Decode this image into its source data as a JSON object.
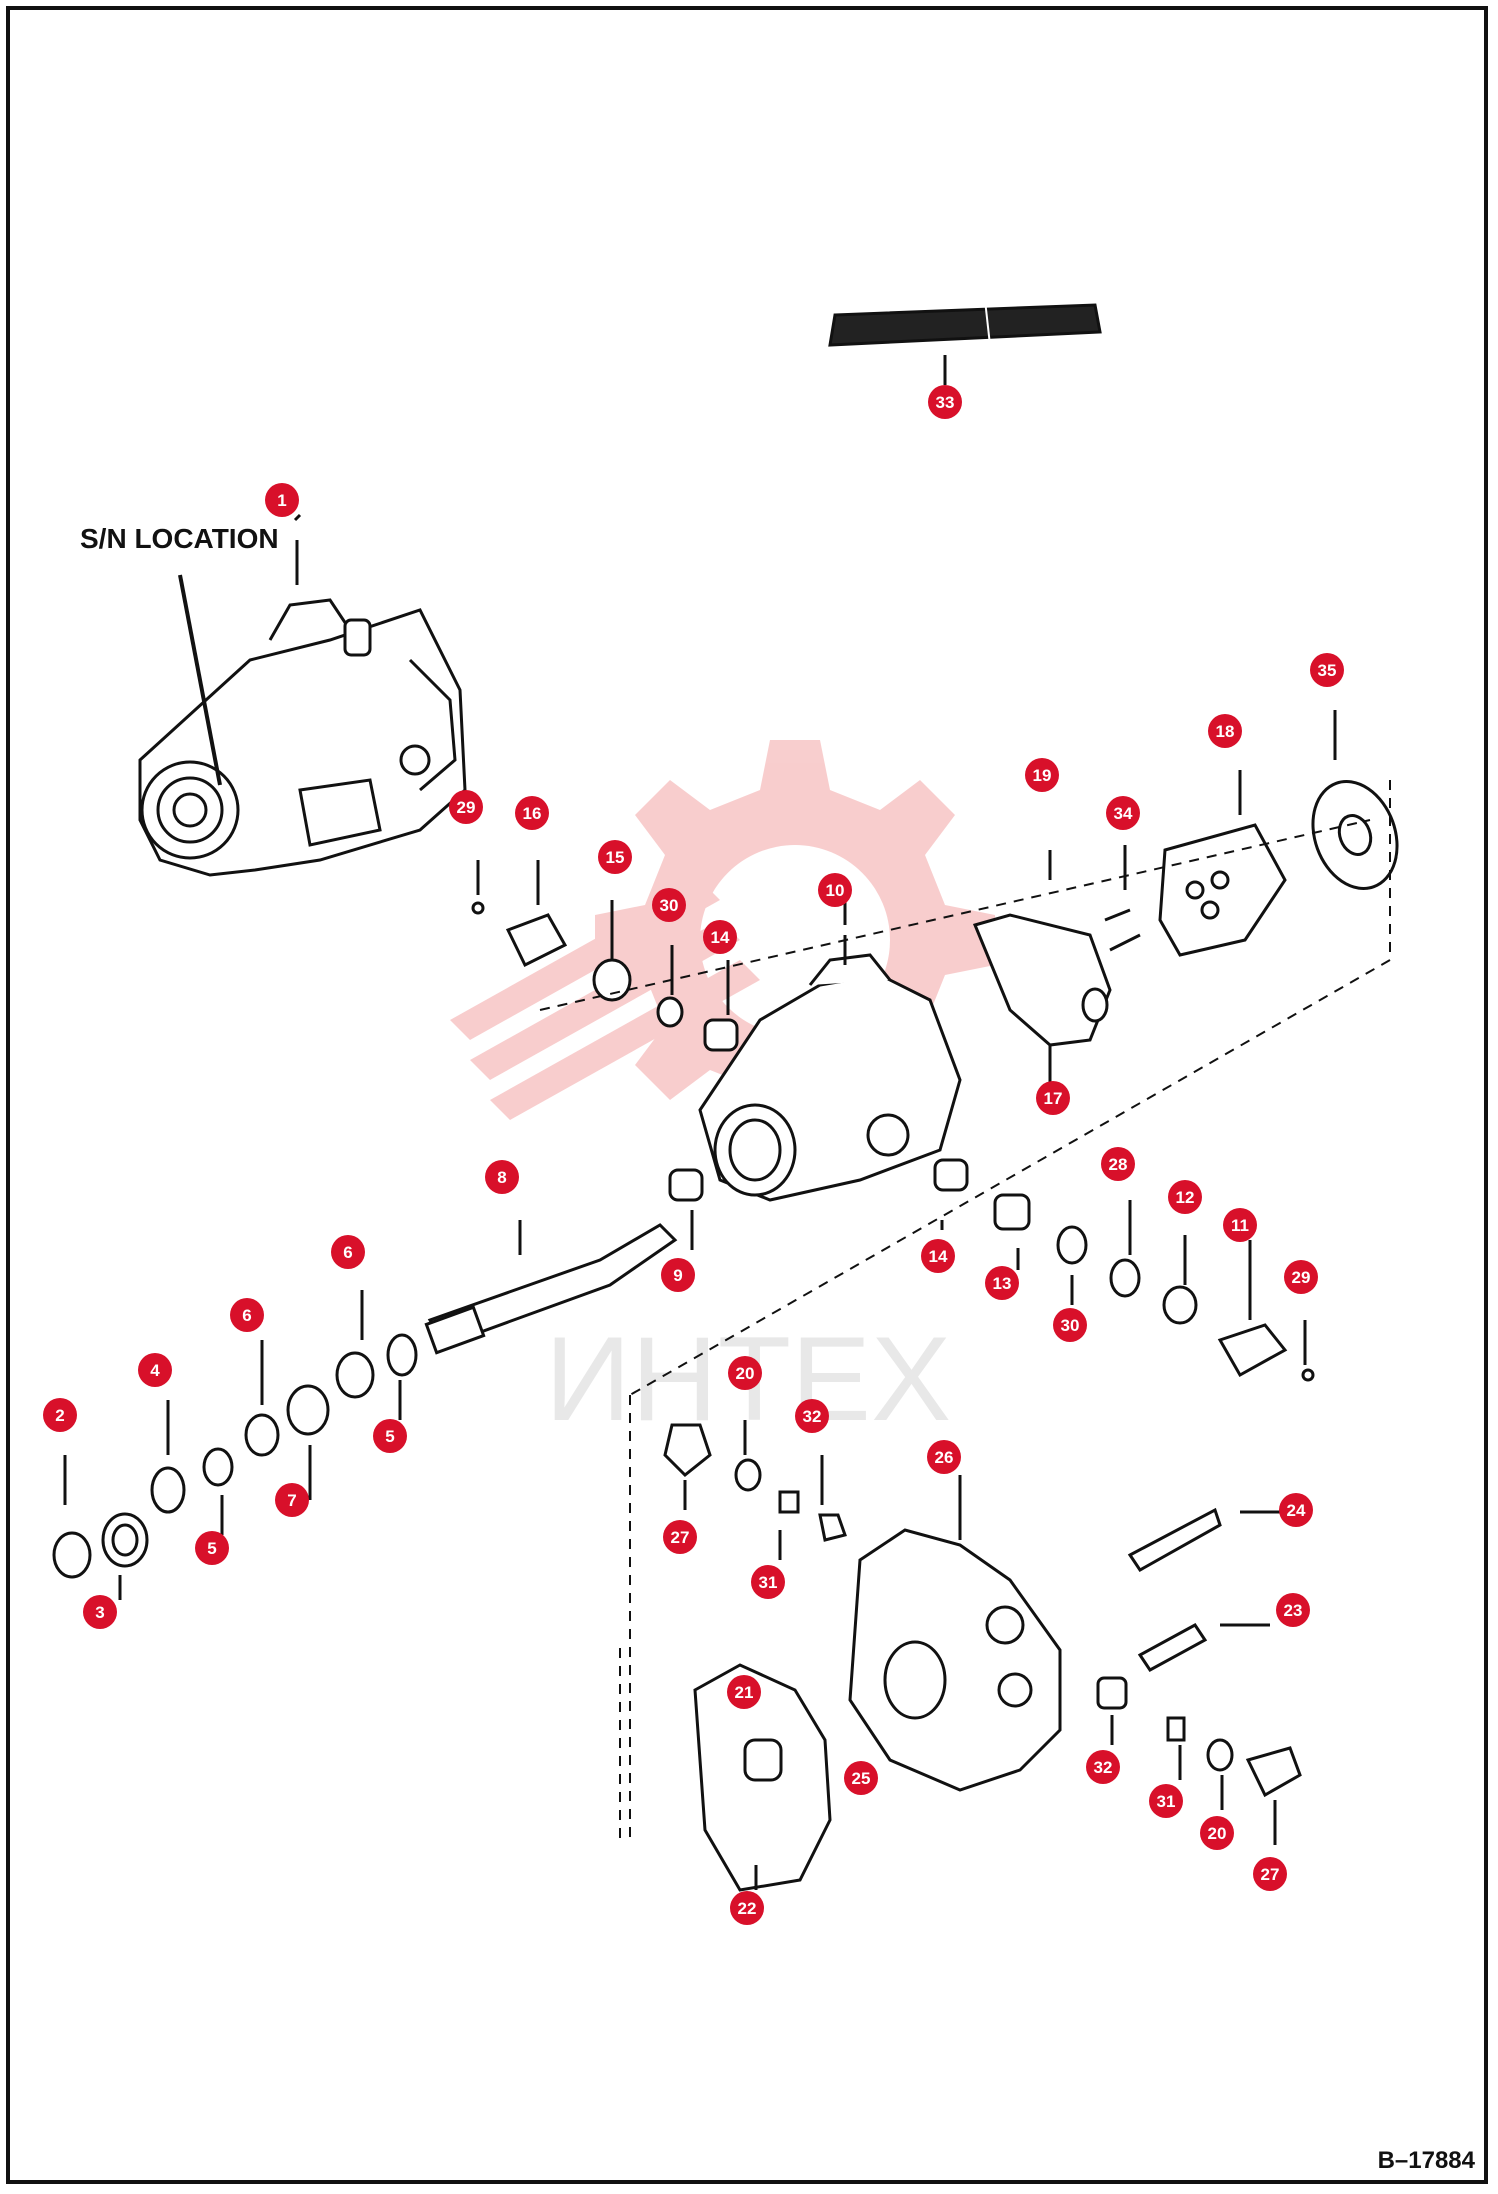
{
  "title": "",
  "sn_label": "S/N LOCATION",
  "watermark": "ИНТЕХ",
  "figure_ref": "B–17884",
  "colors": {
    "callout_fill": "#d8102a",
    "callout_text": "#ffffff",
    "line": "#111111",
    "watermark": "#f3a6a6"
  },
  "callouts": [
    {
      "id": "c1",
      "label": "1"
    },
    {
      "id": "c2",
      "label": "2"
    },
    {
      "id": "c3",
      "label": "3"
    },
    {
      "id": "c4",
      "label": "4"
    },
    {
      "id": "c5a",
      "label": "5"
    },
    {
      "id": "c5b",
      "label": "5"
    },
    {
      "id": "c6a",
      "label": "6"
    },
    {
      "id": "c6b",
      "label": "6"
    },
    {
      "id": "c7",
      "label": "7"
    },
    {
      "id": "c8",
      "label": "8"
    },
    {
      "id": "c9",
      "label": "9"
    },
    {
      "id": "c10",
      "label": "10"
    },
    {
      "id": "c11",
      "label": "11"
    },
    {
      "id": "c12",
      "label": "12"
    },
    {
      "id": "c13",
      "label": "13"
    },
    {
      "id": "c14a",
      "label": "14"
    },
    {
      "id": "c14b",
      "label": "14"
    },
    {
      "id": "c15",
      "label": "15"
    },
    {
      "id": "c16",
      "label": "16"
    },
    {
      "id": "c17",
      "label": "17"
    },
    {
      "id": "c18",
      "label": "18"
    },
    {
      "id": "c19",
      "label": "19"
    },
    {
      "id": "c20a",
      "label": "20"
    },
    {
      "id": "c20b",
      "label": "20"
    },
    {
      "id": "c21",
      "label": "21"
    },
    {
      "id": "c22",
      "label": "22"
    },
    {
      "id": "c23",
      "label": "23"
    },
    {
      "id": "c24",
      "label": "24"
    },
    {
      "id": "c25",
      "label": "25"
    },
    {
      "id": "c26",
      "label": "26"
    },
    {
      "id": "c27a",
      "label": "27"
    },
    {
      "id": "c27b",
      "label": "27"
    },
    {
      "id": "c28",
      "label": "28"
    },
    {
      "id": "c29a",
      "label": "29"
    },
    {
      "id": "c29b",
      "label": "29"
    },
    {
      "id": "c30a",
      "label": "30"
    },
    {
      "id": "c30b",
      "label": "30"
    },
    {
      "id": "c31a",
      "label": "31"
    },
    {
      "id": "c31b",
      "label": "31"
    },
    {
      "id": "c32a",
      "label": "32"
    },
    {
      "id": "c32b",
      "label": "32"
    },
    {
      "id": "c33",
      "label": "33"
    },
    {
      "id": "c34",
      "label": "34"
    },
    {
      "id": "c35",
      "label": "35"
    }
  ]
}
